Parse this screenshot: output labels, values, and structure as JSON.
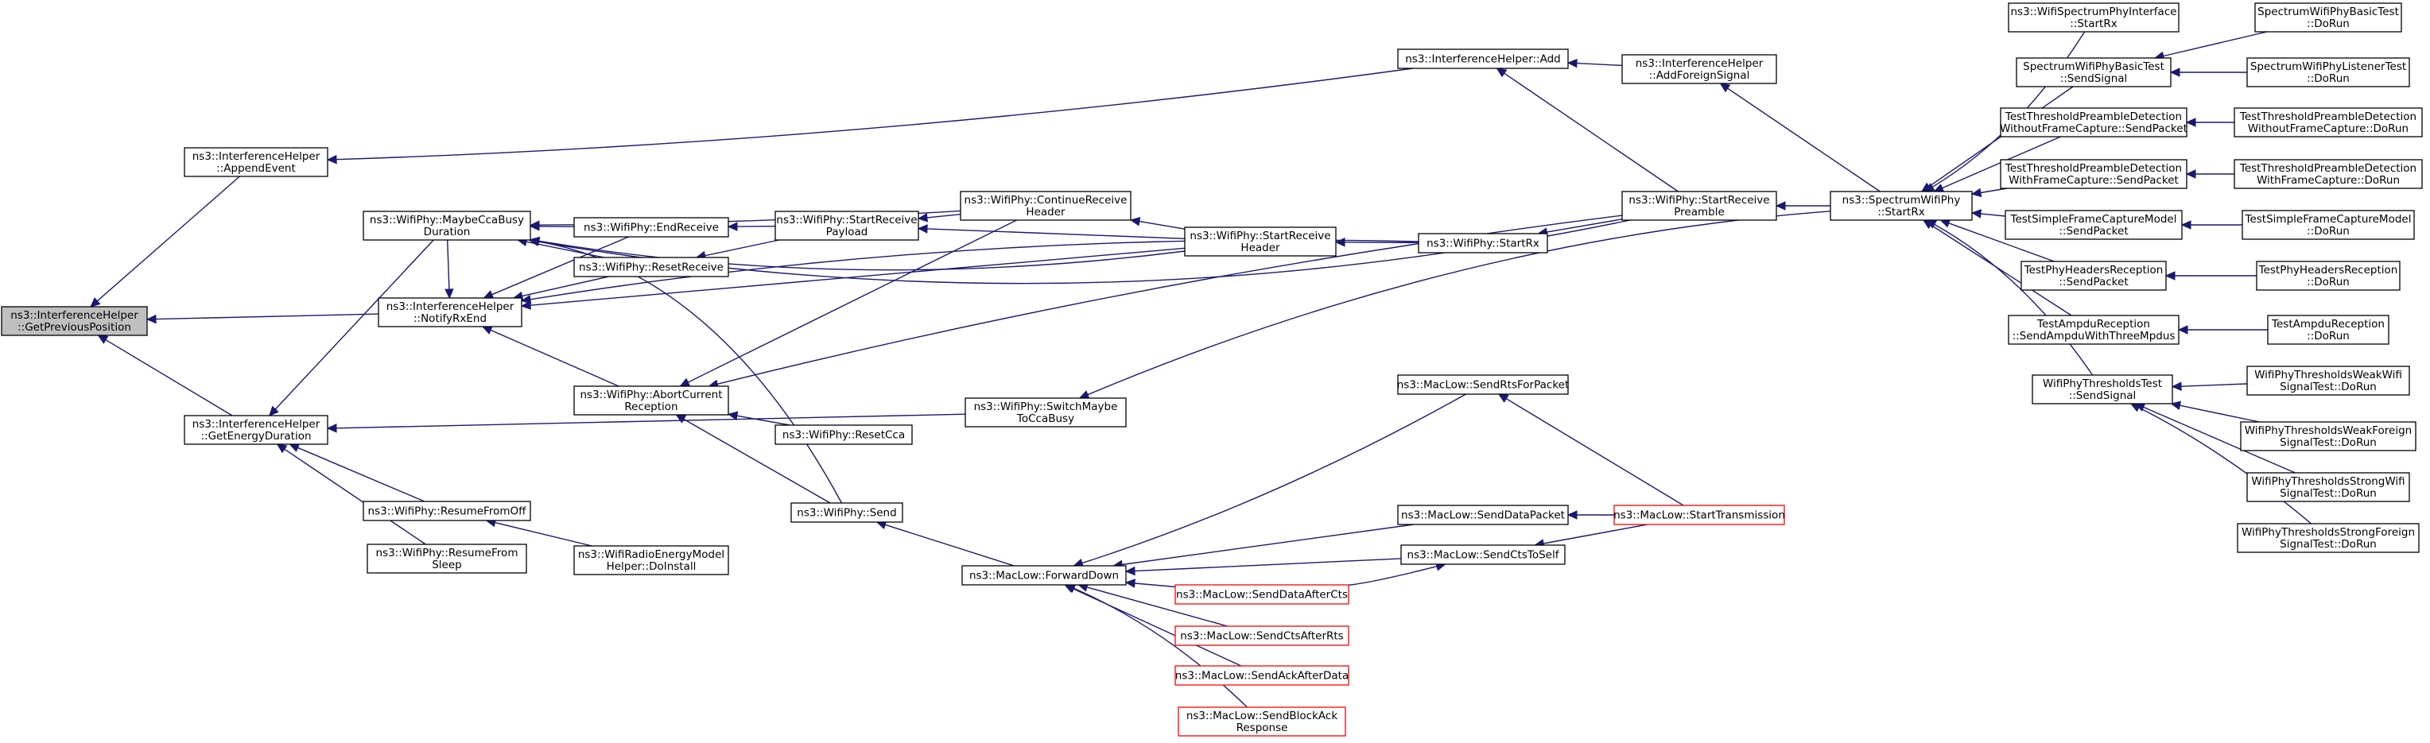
{
  "graph": {
    "colors": {
      "edge": "#191970",
      "node_border": "#000000",
      "node_border_highlight": "#ff0000",
      "root_fill": "#bfbfbf"
    },
    "nodes": [
      {
        "id": "root",
        "lines": [
          "ns3::InterferenceHelper",
          "::GetPreviousPosition"
        ],
        "style": "root"
      },
      {
        "id": "append",
        "lines": [
          "ns3::InterferenceHelper",
          "::AppendEvent"
        ]
      },
      {
        "id": "notify",
        "lines": [
          "ns3::InterferenceHelper",
          "::NotifyRxEnd"
        ]
      },
      {
        "id": "energy",
        "lines": [
          "ns3::InterferenceHelper",
          "::GetEnergyDuration"
        ]
      },
      {
        "id": "maybecca",
        "lines": [
          "ns3::WifiPhy::MaybeCcaBusy",
          "Duration"
        ]
      },
      {
        "id": "resumefromoff",
        "lines": [
          "ns3::WifiPhy::ResumeFromOff"
        ]
      },
      {
        "id": "resumefromsleep",
        "lines": [
          "ns3::WifiPhy::ResumeFrom",
          "Sleep"
        ]
      },
      {
        "id": "endreceive",
        "lines": [
          "ns3::WifiPhy::EndReceive"
        ]
      },
      {
        "id": "resetreceive",
        "lines": [
          "ns3::WifiPhy::ResetReceive"
        ]
      },
      {
        "id": "abort",
        "lines": [
          "ns3::WifiPhy::AbortCurrent",
          "Reception"
        ]
      },
      {
        "id": "radioenergy",
        "lines": [
          "ns3::WifiRadioEnergyModel",
          "Helper::DoInstall"
        ]
      },
      {
        "id": "startpayload",
        "lines": [
          "ns3::WifiPhy::StartReceive",
          "Payload"
        ]
      },
      {
        "id": "resetcca",
        "lines": [
          "ns3::WifiPhy::ResetCca"
        ]
      },
      {
        "id": "send",
        "lines": [
          "ns3::WifiPhy::Send"
        ]
      },
      {
        "id": "continuehdr",
        "lines": [
          "ns3::WifiPhy::ContinueReceive",
          "Header"
        ]
      },
      {
        "id": "switchcca",
        "lines": [
          "ns3::WifiPhy::SwitchMaybe",
          "ToCcaBusy"
        ]
      },
      {
        "id": "forwarddown",
        "lines": [
          "ns3::MacLow::ForwardDown"
        ]
      },
      {
        "id": "starthdr",
        "lines": [
          "ns3::WifiPhy::StartReceive",
          "Header"
        ]
      },
      {
        "id": "senddataaftercts",
        "lines": [
          "ns3::MacLow::SendDataAfterCts"
        ],
        "style": "red"
      },
      {
        "id": "sendctsafterrts",
        "lines": [
          "ns3::MacLow::SendCtsAfterRts"
        ],
        "style": "red"
      },
      {
        "id": "sendackafterdata",
        "lines": [
          "ns3::MacLow::SendAckAfterData"
        ],
        "style": "red"
      },
      {
        "id": "sendblockack",
        "lines": [
          "ns3::MacLow::SendBlockAck",
          "Response"
        ],
        "style": "red"
      },
      {
        "id": "ihadd",
        "lines": [
          "ns3::InterferenceHelper::Add"
        ]
      },
      {
        "id": "sendrtsforpacket",
        "lines": [
          "ns3::MacLow::SendRtsForPacket"
        ]
      },
      {
        "id": "senddatapacket",
        "lines": [
          "ns3::MacLow::SendDataPacket"
        ]
      },
      {
        "id": "sendctstoself",
        "lines": [
          "ns3::MacLow::SendCtsToSelf"
        ]
      },
      {
        "id": "startrx",
        "lines": [
          "ns3::WifiPhy::StartRx"
        ]
      },
      {
        "id": "addforeign",
        "lines": [
          "ns3::InterferenceHelper",
          "::AddForeignSignal"
        ]
      },
      {
        "id": "startpreamble",
        "lines": [
          "ns3::WifiPhy::StartReceive",
          "Preamble"
        ]
      },
      {
        "id": "starttransmission",
        "lines": [
          "ns3::MacLow::StartTransmission"
        ],
        "style": "red"
      },
      {
        "id": "spectrumstartrx",
        "lines": [
          "ns3::SpectrumWifiPhy",
          "::StartRx"
        ]
      },
      {
        "id": "wsphyiface",
        "lines": [
          "ns3::WifiSpectrumPhyInterface",
          "::StartRx"
        ]
      },
      {
        "id": "basicsend",
        "lines": [
          "SpectrumWifiPhyBasicTest",
          "::SendSignal"
        ]
      },
      {
        "id": "preamblewithout",
        "lines": [
          "TestThresholdPreambleDetection",
          "WithoutFrameCapture::SendPacket"
        ]
      },
      {
        "id": "preamblewith",
        "lines": [
          "TestThresholdPreambleDetection",
          "WithFrameCapture::SendPacket"
        ]
      },
      {
        "id": "simplecapture",
        "lines": [
          "TestSimpleFrameCaptureModel",
          "::SendPacket"
        ]
      },
      {
        "id": "hdrreception",
        "lines": [
          "TestPhyHeadersReception",
          "::SendPacket"
        ]
      },
      {
        "id": "ampdu",
        "lines": [
          "TestAmpduReception",
          "::SendAmpduWithThreeMpdus"
        ]
      },
      {
        "id": "thresholds",
        "lines": [
          "WifiPhyThresholdsTest",
          "::SendSignal"
        ]
      },
      {
        "id": "basicdorun",
        "lines": [
          "SpectrumWifiPhyBasicTest",
          "::DoRun"
        ]
      },
      {
        "id": "listenerdorun",
        "lines": [
          "SpectrumWifiPhyListenerTest",
          "::DoRun"
        ]
      },
      {
        "id": "withoutdorun",
        "lines": [
          "TestThresholdPreambleDetection",
          "WithoutFrameCapture::DoRun"
        ]
      },
      {
        "id": "withdorun",
        "lines": [
          "TestThresholdPreambleDetection",
          "WithFrameCapture::DoRun"
        ]
      },
      {
        "id": "simpledorun",
        "lines": [
          "TestSimpleFrameCaptureModel",
          "::DoRun"
        ]
      },
      {
        "id": "hdrdorun",
        "lines": [
          "TestPhyHeadersReception",
          "::DoRun"
        ]
      },
      {
        "id": "ampdudorun",
        "lines": [
          "TestAmpduReception",
          "::DoRun"
        ]
      },
      {
        "id": "weakwifi",
        "lines": [
          "WifiPhyThresholdsWeakWifi",
          "SignalTest::DoRun"
        ]
      },
      {
        "id": "weakforeign",
        "lines": [
          "WifiPhyThresholdsWeakForeign",
          "SignalTest::DoRun"
        ]
      },
      {
        "id": "strongwifi",
        "lines": [
          "WifiPhyThresholdsStrongWifi",
          "SignalTest::DoRun"
        ]
      },
      {
        "id": "strongforeign",
        "lines": [
          "WifiPhyThresholdsStrongForeign",
          "SignalTest::DoRun"
        ]
      }
    ],
    "edges": [
      [
        "append",
        "root"
      ],
      [
        "notify",
        "root"
      ],
      [
        "energy",
        "root"
      ],
      [
        "ihadd",
        "append"
      ],
      [
        "maybecca",
        "notify"
      ],
      [
        "endreceive",
        "notify"
      ],
      [
        "resetreceive",
        "notify"
      ],
      [
        "abort",
        "notify"
      ],
      [
        "starthdr",
        "notify"
      ],
      [
        "startrx",
        "notify"
      ],
      [
        "maybecca",
        "energy"
      ],
      [
        "resumefromoff",
        "energy"
      ],
      [
        "resumefromsleep",
        "energy"
      ],
      [
        "switchcca",
        "energy"
      ],
      [
        "endreceive",
        "maybecca"
      ],
      [
        "resetreceive",
        "maybecca"
      ],
      [
        "continuehdr",
        "maybecca"
      ],
      [
        "starthdr",
        "maybecca"
      ],
      [
        "startpreamble",
        "maybecca"
      ],
      [
        "send",
        "maybecca"
      ],
      [
        "radioenergy",
        "resumefromoff"
      ],
      [
        "startpayload",
        "endreceive"
      ],
      [
        "startpayload",
        "resetreceive"
      ],
      [
        "continuehdr",
        "startpayload"
      ],
      [
        "starthdr",
        "startpayload"
      ],
      [
        "resetcca",
        "abort"
      ],
      [
        "send",
        "abort"
      ],
      [
        "continuehdr",
        "abort"
      ],
      [
        "startpreamble",
        "abort"
      ],
      [
        "forwarddown",
        "send"
      ],
      [
        "starthdr",
        "continuehdr"
      ],
      [
        "startrx",
        "starthdr"
      ],
      [
        "startpreamble",
        "startrx"
      ],
      [
        "spectrumstartrx",
        "switchcca"
      ],
      [
        "sendrtsforpacket",
        "forwarddown"
      ],
      [
        "senddatapacket",
        "forwarddown"
      ],
      [
        "sendctstoself",
        "forwarddown"
      ],
      [
        "senddataaftercts",
        "forwarddown"
      ],
      [
        "sendctsafterrts",
        "forwarddown"
      ],
      [
        "sendackafterdata",
        "forwarddown"
      ],
      [
        "sendblockack",
        "forwarddown"
      ],
      [
        "senddataaftercts",
        "sendctstoself"
      ],
      [
        "starttransmission",
        "sendrtsforpacket"
      ],
      [
        "starttransmission",
        "senddatapacket"
      ],
      [
        "starttransmission",
        "sendctstoself"
      ],
      [
        "addforeign",
        "ihadd"
      ],
      [
        "startpreamble",
        "ihadd"
      ],
      [
        "spectrumstartrx",
        "addforeign"
      ],
      [
        "spectrumstartrx",
        "startpreamble"
      ],
      [
        "wsphyiface",
        "spectrumstartrx"
      ],
      [
        "basicsend",
        "spectrumstartrx"
      ],
      [
        "preamblewithout",
        "spectrumstartrx"
      ],
      [
        "preamblewith",
        "spectrumstartrx"
      ],
      [
        "simplecapture",
        "spectrumstartrx"
      ],
      [
        "hdrreception",
        "spectrumstartrx"
      ],
      [
        "ampdu",
        "spectrumstartrx"
      ],
      [
        "thresholds",
        "spectrumstartrx"
      ],
      [
        "basicdorun",
        "basicsend"
      ],
      [
        "listenerdorun",
        "basicsend"
      ],
      [
        "withoutdorun",
        "preamblewithout"
      ],
      [
        "withdorun",
        "preamblewith"
      ],
      [
        "simpledorun",
        "simplecapture"
      ],
      [
        "hdrdorun",
        "hdrreception"
      ],
      [
        "ampdudorun",
        "ampdu"
      ],
      [
        "weakwifi",
        "thresholds"
      ],
      [
        "weakforeign",
        "thresholds"
      ],
      [
        "strongwifi",
        "thresholds"
      ],
      [
        "strongforeign",
        "thresholds"
      ]
    ]
  }
}
